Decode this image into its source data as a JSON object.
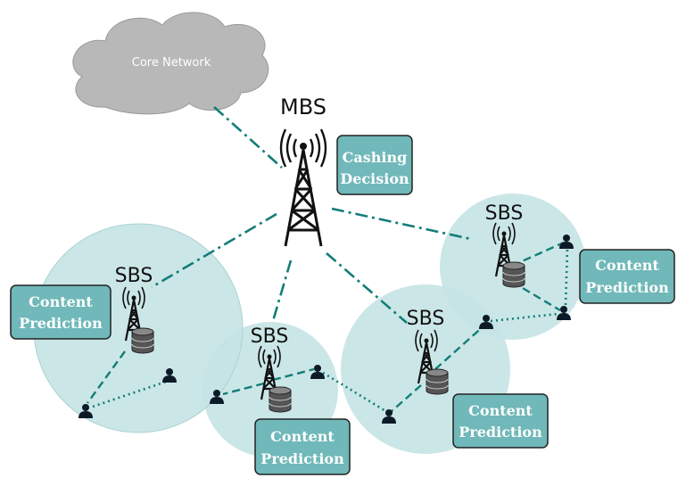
{
  "cloud": {
    "label": "Core Network"
  },
  "mbs": {
    "label": "MBS",
    "decision": [
      "Cashing",
      "Decision"
    ]
  },
  "sbs_labels": [
    "SBS",
    "SBS",
    "SBS",
    "SBS"
  ],
  "prediction_boxes": [
    [
      "Content",
      "Prediction"
    ],
    [
      "Content",
      "Prediction"
    ],
    [
      "Content",
      "Prediction"
    ],
    [
      "Content",
      "Prediction"
    ]
  ],
  "colors": {
    "cell": "#c5e3e4",
    "link": "#127d78",
    "box_fill": "#70b8b9",
    "box_text": "#ffffff",
    "cloud": "#b8b8b8"
  }
}
